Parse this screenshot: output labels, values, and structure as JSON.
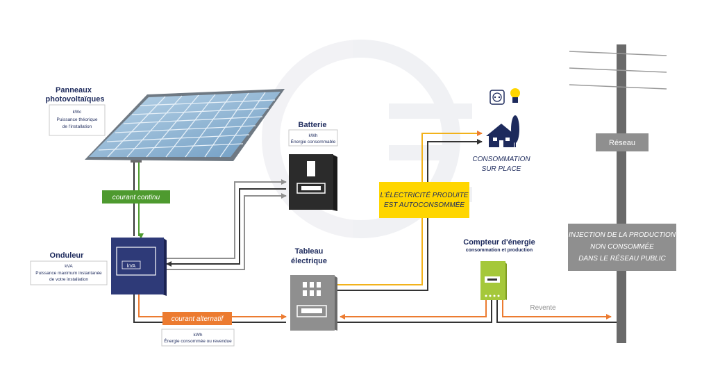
{
  "colors": {
    "navy": "#1d2a5c",
    "green": "#4e9a2f",
    "orange": "#ec7b30",
    "yellow": "#ffd600",
    "grey": "#8f8f8f",
    "meter": "#a5c83a",
    "battery": "#2b2b2b",
    "inverter": "#2e3a78"
  },
  "panels": {
    "title_line1": "Panneaux",
    "title_line2": "photovoltaïques",
    "unit": "kWc",
    "desc_line1": "Puissance théorique",
    "desc_line2": "de l'installation"
  },
  "battery": {
    "title": "Batterie",
    "unit": "kWh",
    "desc": "Énergie consommable"
  },
  "inverter": {
    "title": "Onduleur",
    "unit": "kVA",
    "desc_line1": "Puissance maximum instantanée",
    "desc_line2": "de votre installation",
    "screen_label": "kVA"
  },
  "board": {
    "title_line1": "Tableau",
    "title_line2": "électrique"
  },
  "flows": {
    "dc_label": "courant continu",
    "ac_label": "courant alternatif",
    "ac_unit": "kWh",
    "ac_desc": "Énergie consommée ou revendue",
    "resale": "Revente"
  },
  "self_consumption": {
    "line1": "L'ÉLECTRICITÉ PRODUITE",
    "line2": "EST AUTOCONSOMMÉE"
  },
  "consumption": {
    "line1": "CONSOMMATION",
    "line2": "SUR PLACE"
  },
  "meter": {
    "title": "Compteur d'énergie",
    "subtitle": "consommation et production"
  },
  "grid": {
    "label": "Réseau",
    "injection_line1": "INJECTION DE LA PRODUCTION",
    "injection_line2": "NON CONSOMMÉE",
    "injection_line3": "DANS LE RÉSEAU PUBLIC"
  }
}
